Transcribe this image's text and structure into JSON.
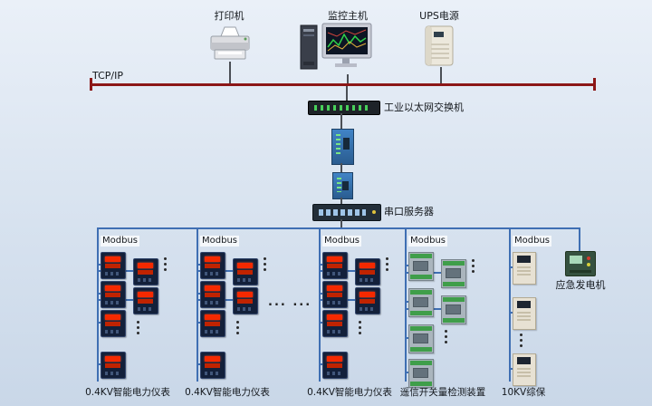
{
  "devices": {
    "printer": "打印机",
    "host": "监控主机",
    "ups": "UPS电源",
    "switch": "工业以太网交换机",
    "serial_server": "串口服务器",
    "generator": "应急发电机"
  },
  "labels": {
    "tcpip": "TCP/IP",
    "modbus": "Modbus",
    "ellipsis_h": "... ..."
  },
  "bottom_labels": {
    "cluster1": "0.4KV智能电力仪表",
    "cluster2": "0.4KV智能电力仪表",
    "cluster3": "0.4KV智能电力仪表",
    "cluster4": "遥信开关量检测装置",
    "cluster5": "10KV综保"
  },
  "colors": {
    "tcpip_line": "#8c1717",
    "bus_line": "#3f6fb3",
    "meter_display": "#f52900",
    "background": "#d7e2ef"
  }
}
